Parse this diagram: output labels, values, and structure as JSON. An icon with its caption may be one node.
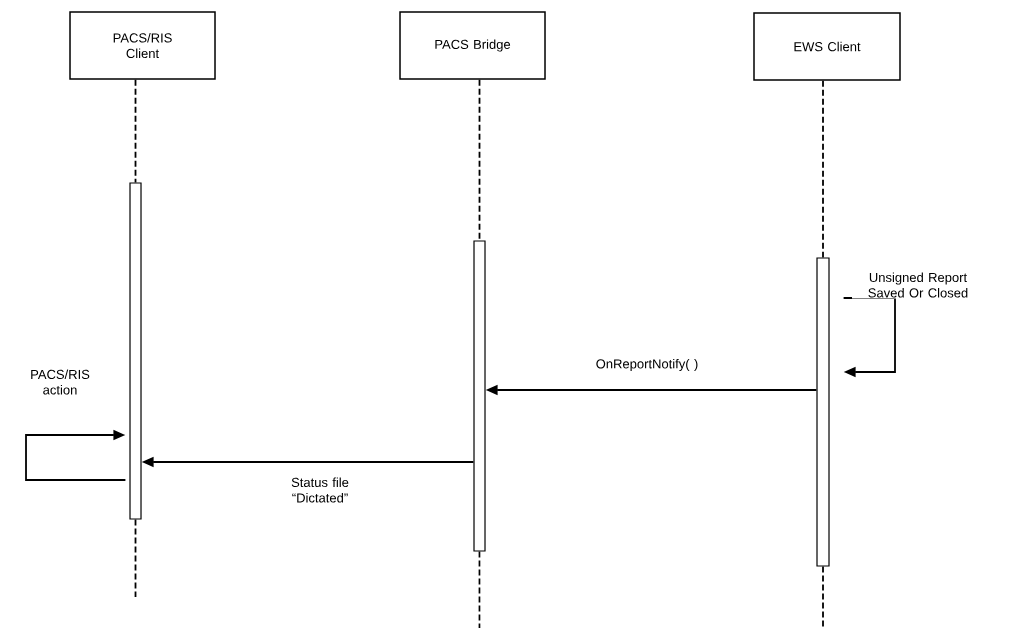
{
  "diagram": {
    "nodes": [
      {
        "text": [
          "PACS/RIS Client"
        ]
      },
      {
        "text": [
          "PACS Bridge"
        ]
      },
      {
        "text": [
          "EWS Client"
        ]
      },
      {
        "text": [],
        "shape": "bar"
      },
      {
        "text": [],
        "shape": "bar"
      },
      {
        "text": [],
        "shape": "bar"
      }
    ],
    "edges": [
      {
        "from": 0,
        "to": 3,
        "arrow": "none",
        "style": "dashed"
      },
      {
        "from": 3,
        "to": null,
        "arrow": "none",
        "style": "dashed"
      },
      {
        "from": 1,
        "to": 4,
        "arrow": "none",
        "style": "dashed"
      },
      {
        "from": 4,
        "to": null,
        "arrow": "none",
        "style": "dashed"
      },
      {
        "from": 2,
        "to": 5,
        "arrow": "none",
        "style": "dashed"
      },
      {
        "from": 5,
        "to": null,
        "arrow": "none",
        "style": "dashed"
      },
      {
        "from": 5,
        "to": 5,
        "arrow": "to",
        "label": "Unsigned Report Saved Or Closed"
      },
      {
        "from": 5,
        "to": 4,
        "arrow": "to",
        "label": "OnReportNotify( )"
      },
      {
        "from": 4,
        "to": 3,
        "arrow": "to",
        "label": "Status file “Dictated”"
      },
      {
        "from": 3,
        "to": 3,
        "arrow": "to",
        "label": "PACS/RIS action"
      }
    ]
  }
}
